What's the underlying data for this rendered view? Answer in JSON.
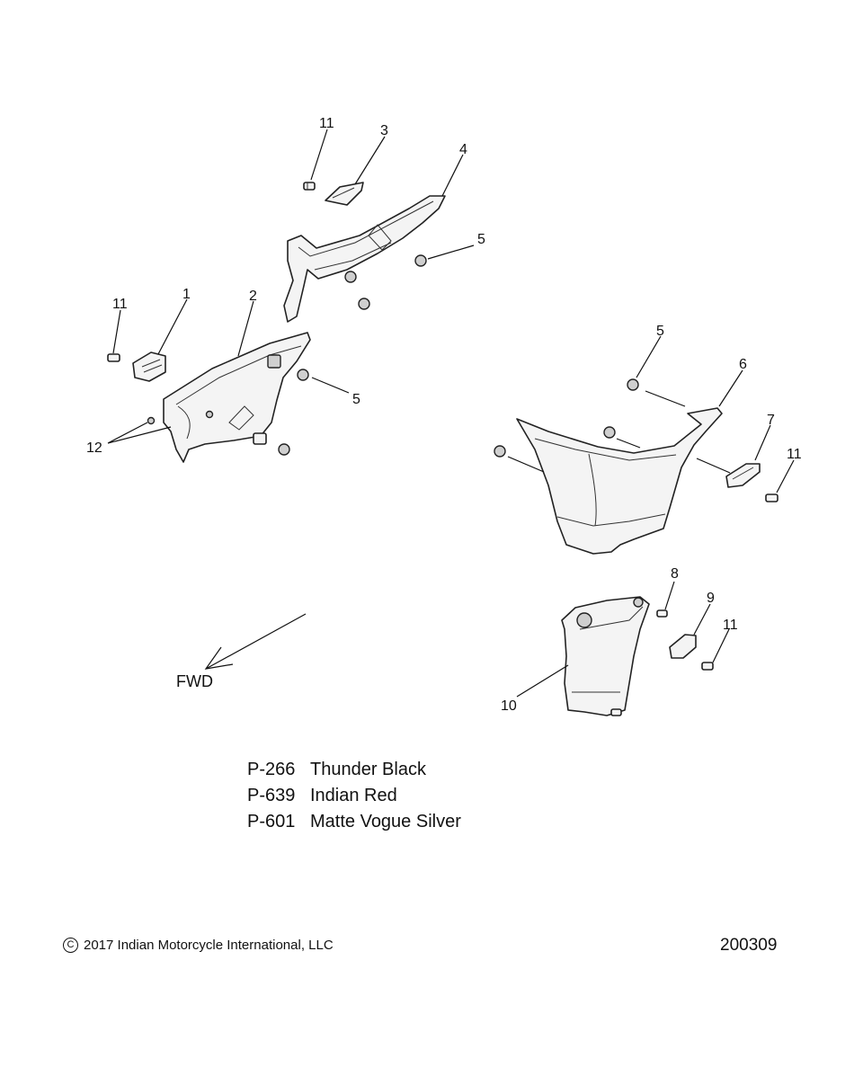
{
  "callouts": {
    "c1": "1",
    "c2": "2",
    "c3": "3",
    "c4": "4",
    "c5a": "5",
    "c5b": "5",
    "c5c": "5",
    "c6": "6",
    "c7": "7",
    "c8": "8",
    "c9": "9",
    "c10": "10",
    "c11a": "11",
    "c11b": "11",
    "c11c": "11",
    "c11d": "11",
    "c12": "12"
  },
  "direction_label": "FWD",
  "paint_codes": [
    {
      "code": "P-266",
      "name": "Thunder Black"
    },
    {
      "code": "P-639",
      "name": "Indian Red"
    },
    {
      "code": "P-601",
      "name": "Matte Vogue Silver"
    }
  ],
  "footer": {
    "copyright_symbol": "C",
    "copyright": "2017 Indian Motorcycle International, LLC",
    "drawing_number": "200309"
  }
}
